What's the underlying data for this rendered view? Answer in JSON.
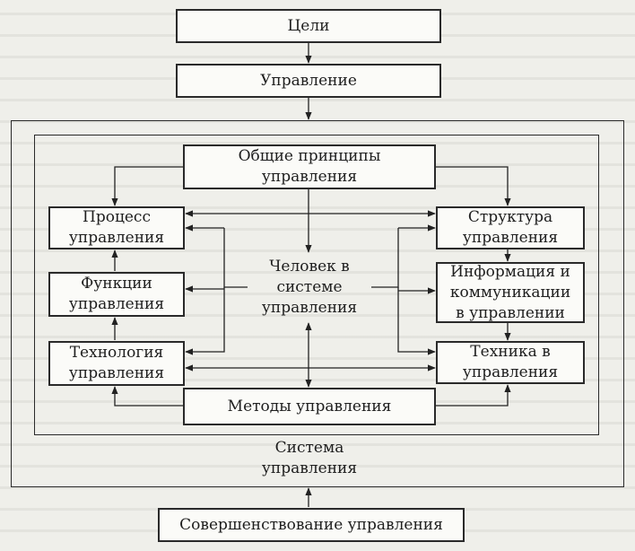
{
  "nodes": {
    "goals": "Цели",
    "management": "Управление",
    "principles": [
      "Общие принципы",
      "управления"
    ],
    "process": [
      "Процесс",
      "управления"
    ],
    "structure": [
      "Структура",
      "управления"
    ],
    "functions": [
      "Функции",
      "управления"
    ],
    "human": [
      "Человек в",
      "системе",
      "управления"
    ],
    "information": [
      "Информация и",
      "коммуникации",
      "в управлении"
    ],
    "technology": [
      "Технология",
      "управления"
    ],
    "technics": [
      "Техника в",
      "управления"
    ],
    "methods": "Методы управления",
    "system": [
      "Система",
      "управления"
    ],
    "improvement": "Совершенствование управления"
  }
}
